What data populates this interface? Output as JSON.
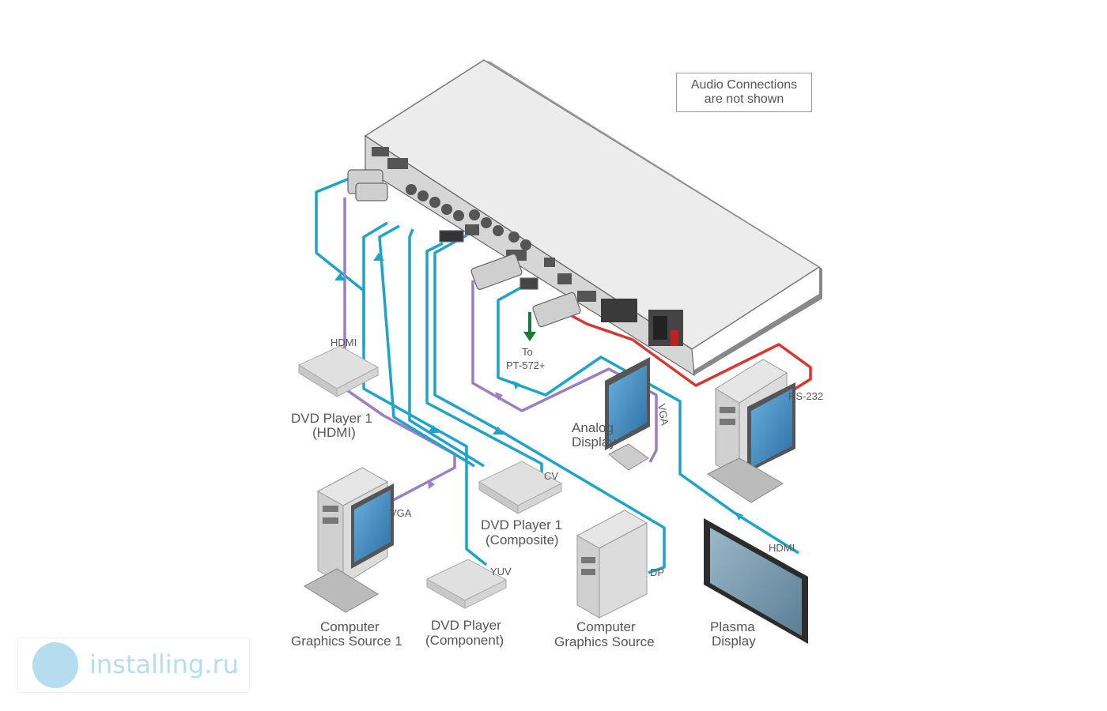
{
  "note": {
    "line1": "Audio Connections",
    "line2": "are not shown"
  },
  "devices": {
    "dvd_hdmi": {
      "line1": "DVD Player 1",
      "line2": "(HDMI)",
      "port": "HDMI"
    },
    "dvd_composite": {
      "line1": "DVD Player 1",
      "line2": "(Composite)",
      "port": "CV"
    },
    "dvd_component": {
      "line1": "DVD Player",
      "line2": "(Component)",
      "port": "YUV"
    },
    "pc1": {
      "line1": "Computer",
      "line2": "Graphics Source 1",
      "port": "VGA"
    },
    "pc2": {
      "line1": "Computer",
      "line2": "Graphics Source",
      "port": "DP"
    },
    "analog_display": {
      "line1": "Analog",
      "line2": "Display",
      "port": "VGA"
    },
    "plasma": {
      "line1": "Plasma",
      "line2": "Display",
      "port": "HDMI"
    },
    "control_pc": {
      "port": "RS-232"
    },
    "pt572": {
      "line1": "To",
      "line2": "PT-572+"
    }
  },
  "colors": {
    "hdmi_cable": "#1ea4c8",
    "vga_cable": "#9b7fc3",
    "rs232_cable": "#d6372f",
    "lan_arrow": "#1a7a3a"
  },
  "watermark": {
    "text": "installing.ru"
  }
}
